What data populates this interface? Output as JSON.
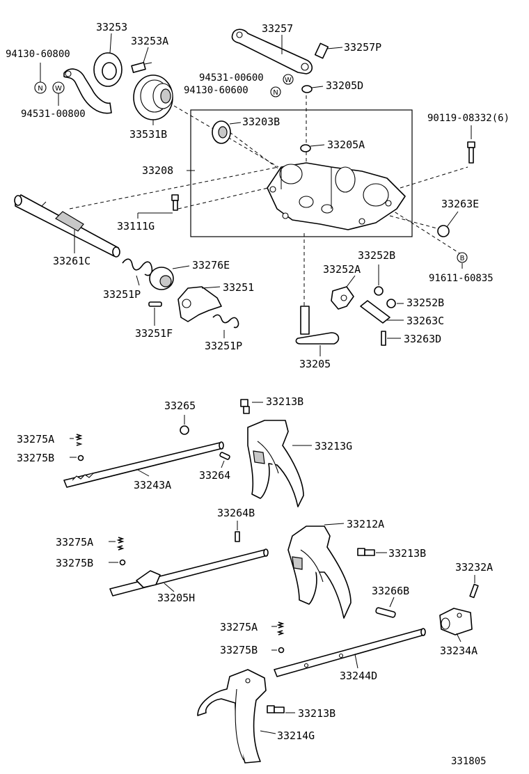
{
  "diagram_id": "331805",
  "symbols": {
    "nut": "N",
    "washer": "W",
    "bolt": "B"
  },
  "labels": {
    "p33253": "33253",
    "p33253A": "33253A",
    "p33257": "33257",
    "p33257P": "33257P",
    "p94130_60800": "94130-60800",
    "p94531_00800": "94531-00800",
    "p94531_00600": "94531-00600",
    "p94130_60600": "94130-60600",
    "p33205D": "33205D",
    "p33531B": "33531B",
    "p33203B": "33203B",
    "p90119": "90119-08332(6)",
    "p33205A": "33205A",
    "p33208": "33208",
    "p33263E": "33263E",
    "p33111G": "33111G",
    "p33261C": "33261C",
    "p33276E": "33276E",
    "p33251": "33251",
    "p33251P_a": "33251P",
    "p33251F": "33251F",
    "p33251P_b": "33251P",
    "p33252B_a": "33252B",
    "p91611": "91611-60835",
    "p33252A": "33252A",
    "p33252B_b": "33252B",
    "p33263C": "33263C",
    "p33263D": "33263D",
    "p33205": "33205",
    "p33265": "33265",
    "p33213B_a": "33213B",
    "p33275A_a": "33275A",
    "p33275B_a": "33275B",
    "p33213G": "33213G",
    "p33264": "33264",
    "p33243A": "33243A",
    "p33264B": "33264B",
    "p33212A": "33212A",
    "p33275A_b": "33275A",
    "p33213B_b": "33213B",
    "p33275B_b": "33275B",
    "p33232A": "33232A",
    "p33205H": "33205H",
    "p33266B": "33266B",
    "p33275A_c": "33275A",
    "p33234A": "33234A",
    "p33275B_c": "33275B",
    "p33244D": "33244D",
    "p33213B_c": "33213B",
    "p33214G": "33214G"
  }
}
